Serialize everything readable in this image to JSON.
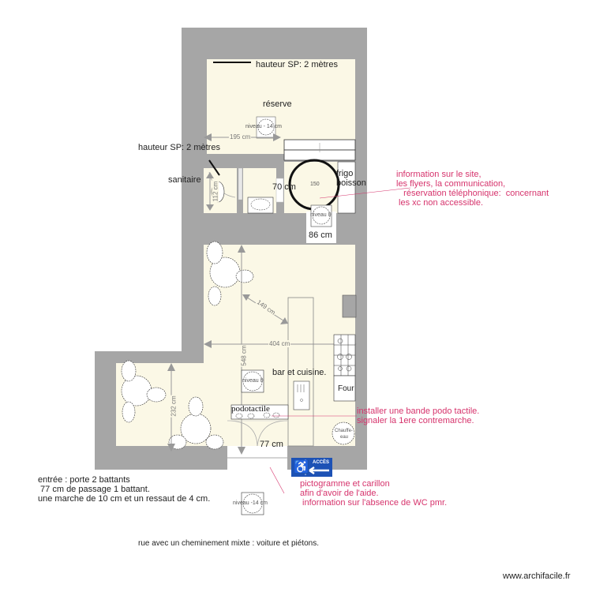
{
  "plan": {
    "colors": {
      "wall": "#a6a6a6",
      "floor": "#fbf8e6",
      "dimension": "#999999",
      "annotation": "#d6336c",
      "sign_blue": "#1d52b5"
    },
    "rooms": {
      "reserve": {
        "label": "réserve",
        "height_note": "hauteur SP: 2 mètres",
        "dim_width": "195 cm",
        "level": "niveau - 14 cm"
      },
      "sanitaire": {
        "label": "sanitaire",
        "height_note": "hauteur SP: 2 mètres",
        "dim": "112 cm"
      },
      "passage": {
        "door_width": "70 cm",
        "turning_circle": "150",
        "frigo": "frigo",
        "boisson": "boisson",
        "level": "niveau 0",
        "door2_width": "86 cm"
      },
      "salle": {
        "dim_vertical": "548 cm",
        "dim_horizontal": "404 cm",
        "dim_diag": "149 cm",
        "bar_label": "bar et cuisine.",
        "four": "Four",
        "chauffe_eau_1": "Chauffe-",
        "chauffe_eau_2": "eau",
        "level": "niveau 0",
        "podotactile": "podotactile",
        "entry_width": "77 cm"
      },
      "alcove": {
        "dim_vertical": "232 cm"
      }
    },
    "sign": {
      "label": "ACCÈS",
      "icon": "wheelchair-icon"
    },
    "notes": {
      "site_info": "information sur le site,\nles flyers, la communication,\n   réservation téléphonique:  concernant\n les xc non accessible.",
      "podo": "installer une bande podo tactile.\nsignaler la 1ere contremarche.",
      "carillon": "pictogramme et carillon\nafin d'avoir de l'aide.\n information sur l'absence de WC pmr.",
      "entree": "entrée : porte 2 battants\n 77 cm de passage 1 battant.\nune marche de 10 cm et un ressaut de 4 cm.",
      "rue": "rue avec un cheminement mixte : voiture et piétons.",
      "street_level": "niveau -14 cm"
    },
    "watermark": "www.archifacile.fr"
  }
}
